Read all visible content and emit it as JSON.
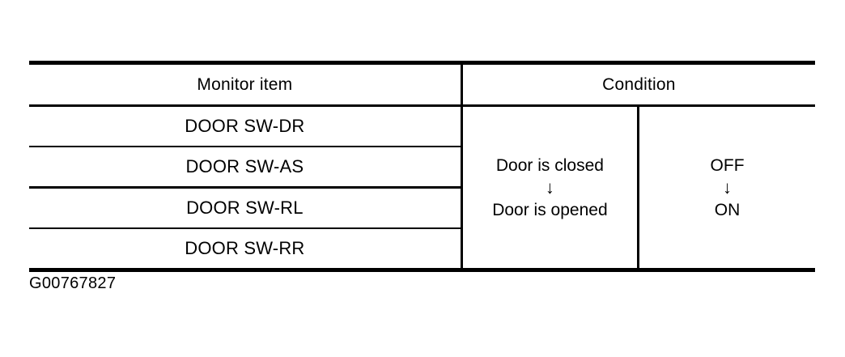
{
  "figure": {
    "caption": "G00767827"
  },
  "table": {
    "headers": {
      "monitor_item": "Monitor item",
      "condition": "Condition"
    },
    "rows": [
      {
        "monitor_item": "DOOR SW-DR"
      },
      {
        "monitor_item": "DOOR SW-AS"
      },
      {
        "monitor_item": "DOOR SW-RL"
      },
      {
        "monitor_item": "DOOR SW-RR"
      }
    ],
    "condition": {
      "state_from": "Door is closed",
      "arrow": "↓",
      "state_to": "Door is opened"
    },
    "signal": {
      "value_from": "OFF",
      "arrow": "↓",
      "value_to": "ON"
    },
    "colors": {
      "rule": "#000000",
      "background": "#ffffff",
      "text": "#000000"
    }
  }
}
